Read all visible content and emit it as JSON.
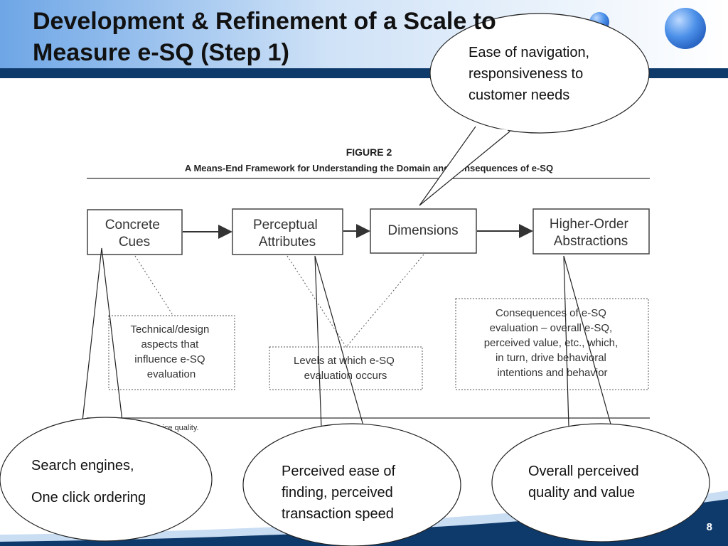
{
  "slide": {
    "title_line1": "Development & Refinement of a Scale to",
    "title_line2": "Measure e-SQ (Step 1)",
    "page_number": "8"
  },
  "figure": {
    "label": "FIGURE 2",
    "caption": "A Means-End Framework for Understanding the Domain and Consequences of e-SQ",
    "boxes": {
      "concrete_cues": [
        "Concrete",
        "Cues"
      ],
      "perceptual_attributes": [
        "Perceptual",
        "Attributes"
      ],
      "dimensions": [
        "Dimensions"
      ],
      "higher_order": [
        "Higher-Order",
        "Abstractions"
      ]
    },
    "notes": {
      "technical": [
        "Technical/design",
        "aspects that",
        "influence e-SQ",
        "evaluation"
      ],
      "levels": [
        "Levels at which e-SQ",
        "evaluation occurs"
      ],
      "consequences": [
        "Consequences of e-SQ",
        "evaluation – overall e-SQ,",
        "perceived value, etc., which,",
        "in turn, drive behavioral",
        "intentions and behavior"
      ]
    },
    "note_line": "NOTE: e-SQ = e-service quality."
  },
  "callouts": {
    "navigation": [
      "Ease of navigation,",
      "responsiveness to",
      "customer needs"
    ],
    "search": [
      "Search engines,",
      "One click ordering"
    ],
    "ease": [
      "Perceived ease of",
      "finding, perceived",
      "transaction speed"
    ],
    "quality": [
      "Overall perceived",
      "quality and value"
    ]
  }
}
